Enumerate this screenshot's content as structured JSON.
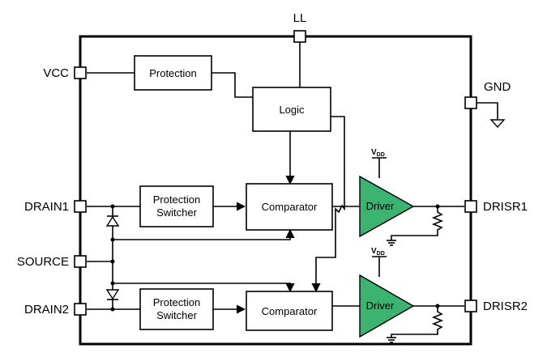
{
  "pins": {
    "ll": "LL",
    "vcc": "VCC",
    "gnd": "GND",
    "drain1": "DRAIN1",
    "source": "SOURCE",
    "drain2": "DRAIN2",
    "drisr1": "DRISR1",
    "drisr2": "DRISR2"
  },
  "blocks": {
    "protection": "Protection",
    "logic": "Logic",
    "protection_switcher_1_line1": "Protection",
    "protection_switcher_1_line2": "Switcher",
    "comparator_1": "Comparator",
    "protection_switcher_2_line1": "Protection",
    "protection_switcher_2_line2": "Switcher",
    "comparator_2": "Comparator",
    "driver_1": "Driver",
    "driver_2": "Driver"
  },
  "supply": {
    "v": "V",
    "dd": "DD"
  },
  "colors": {
    "driver_fill": "#3cb371",
    "line": "#000000"
  }
}
